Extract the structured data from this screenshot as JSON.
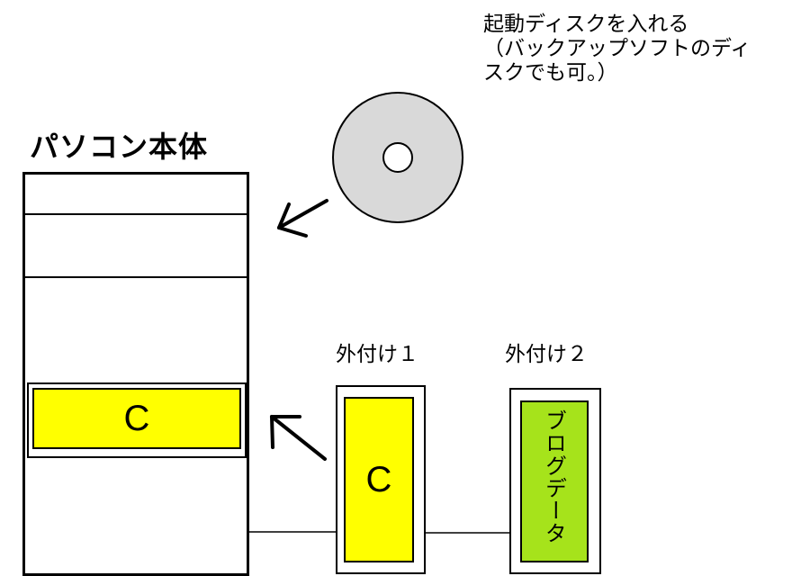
{
  "instruction": {
    "lines": [
      "起動ディスクを入れる",
      "（バックアップソフトのディ",
      "スクでも可。）"
    ]
  },
  "pc": {
    "title": "パソコン本体",
    "drive_label": "C"
  },
  "external_1": {
    "label": "外付け１",
    "drive_label": "C"
  },
  "external_2": {
    "label": "外付け２",
    "drive_label": "ブログデータ"
  },
  "colors": {
    "drive_c": "#ffff00",
    "blog_data": "#a6e31b",
    "disc": "#d9d9d9"
  }
}
